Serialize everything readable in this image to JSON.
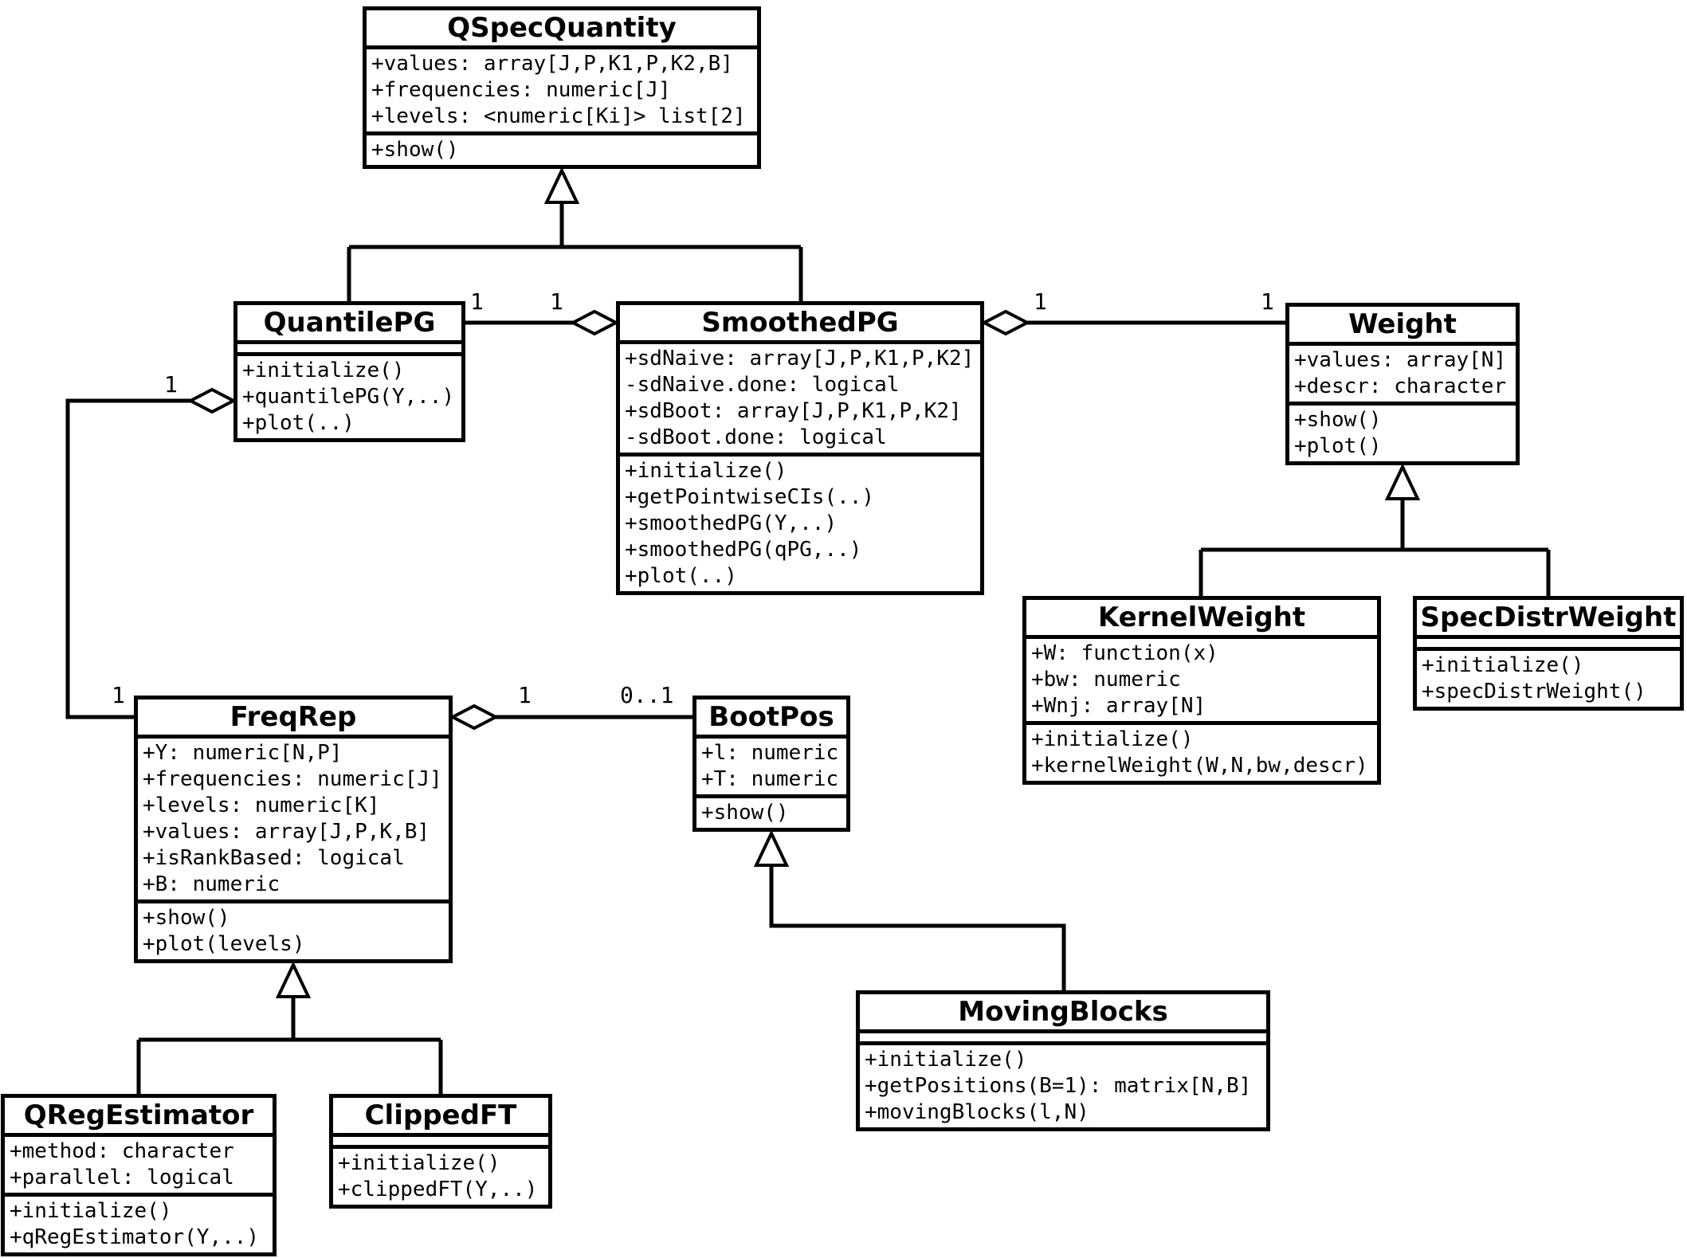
{
  "classes": {
    "qspecquantity": {
      "name": "QSpecQuantity",
      "attributes": [
        "+values: array[J,P,K1,P,K2,B]",
        "+frequencies: numeric[J]",
        "+levels: <numeric[Ki]> list[2]"
      ],
      "methods": [
        "+show()"
      ]
    },
    "quantilepg": {
      "name": "QuantilePG",
      "attributes": [],
      "methods": [
        "+initialize()",
        "+quantilePG(Y,..)",
        "+plot(..)"
      ]
    },
    "smoothedpg": {
      "name": "SmoothedPG",
      "attributes": [
        "+sdNaive: array[J,P,K1,P,K2]",
        "-sdNaive.done: logical",
        "+sdBoot: array[J,P,K1,P,K2]",
        "-sdBoot.done: logical"
      ],
      "methods": [
        "+initialize()",
        "+getPointwiseCIs(..)",
        "+smoothedPG(Y,..)",
        "+smoothedPG(qPG,..)",
        "+plot(..)"
      ]
    },
    "weight": {
      "name": "Weight",
      "attributes": [
        "+values: array[N]",
        "+descr: character"
      ],
      "methods": [
        "+show()",
        "+plot()"
      ]
    },
    "kernelweight": {
      "name": "KernelWeight",
      "attributes": [
        "+W: function(x)",
        "+bw: numeric",
        "+Wnj: array[N]"
      ],
      "methods": [
        "+initialize()",
        "+kernelWeight(W,N,bw,descr)"
      ]
    },
    "specdistrweight": {
      "name": "SpecDistrWeight",
      "attributes": [],
      "methods": [
        "+initialize()",
        "+specDistrWeight()"
      ]
    },
    "freqrep": {
      "name": "FreqRep",
      "attributes": [
        "+Y: numeric[N,P]",
        "+frequencies: numeric[J]",
        "+levels: numeric[K]",
        "+values: array[J,P,K,B]",
        "+isRankBased: logical",
        "+B: numeric"
      ],
      "methods": [
        "+show()",
        "+plot(levels)"
      ]
    },
    "bootpos": {
      "name": "BootPos",
      "attributes": [
        "+l: numeric",
        "+T: numeric"
      ],
      "methods": [
        "+show()"
      ]
    },
    "qregestimator": {
      "name": "QRegEstimator",
      "attributes": [
        "+method: character",
        "+parallel: logical"
      ],
      "methods": [
        "+initialize()",
        "+qRegEstimator(Y,..)"
      ]
    },
    "clippedft": {
      "name": "ClippedFT",
      "attributes": [],
      "methods": [
        "+initialize()",
        "+clippedFT(Y,..)"
      ]
    },
    "movingblocks": {
      "name": "MovingBlocks",
      "attributes": [],
      "methods": [
        "+initialize()",
        "+getPositions(B=1): matrix[N,B]",
        "+movingBlocks(l,N)"
      ]
    }
  },
  "relationships": {
    "multiplicity_labels": [
      "1",
      "1",
      "1",
      "1",
      "1",
      "1",
      "1",
      "0..1"
    ],
    "edges": [
      {
        "type": "generalization",
        "parent": "QSpecQuantity",
        "children": [
          "QuantilePG",
          "SmoothedPG"
        ]
      },
      {
        "type": "aggregation",
        "diamond_at": "SmoothedPG",
        "other": "QuantilePG",
        "diamond_end_multiplicity": "1",
        "other_end_multiplicity": "1"
      },
      {
        "type": "aggregation",
        "diamond_at": "SmoothedPG",
        "other": "Weight",
        "diamond_end_multiplicity": "1",
        "other_end_multiplicity": "1"
      },
      {
        "type": "aggregation",
        "diamond_at": "QuantilePG",
        "other": "FreqRep",
        "diamond_end_multiplicity": "1",
        "other_end_multiplicity": "1"
      },
      {
        "type": "aggregation",
        "diamond_at": "FreqRep",
        "other": "BootPos",
        "diamond_end_multiplicity": "1",
        "other_end_multiplicity": "0..1"
      },
      {
        "type": "generalization",
        "parent": "Weight",
        "children": [
          "KernelWeight",
          "SpecDistrWeight"
        ]
      },
      {
        "type": "generalization",
        "parent": "FreqRep",
        "children": [
          "QRegEstimator",
          "ClippedFT"
        ]
      },
      {
        "type": "generalization",
        "parent": "BootPos",
        "children": [
          "MovingBlocks"
        ]
      }
    ]
  }
}
